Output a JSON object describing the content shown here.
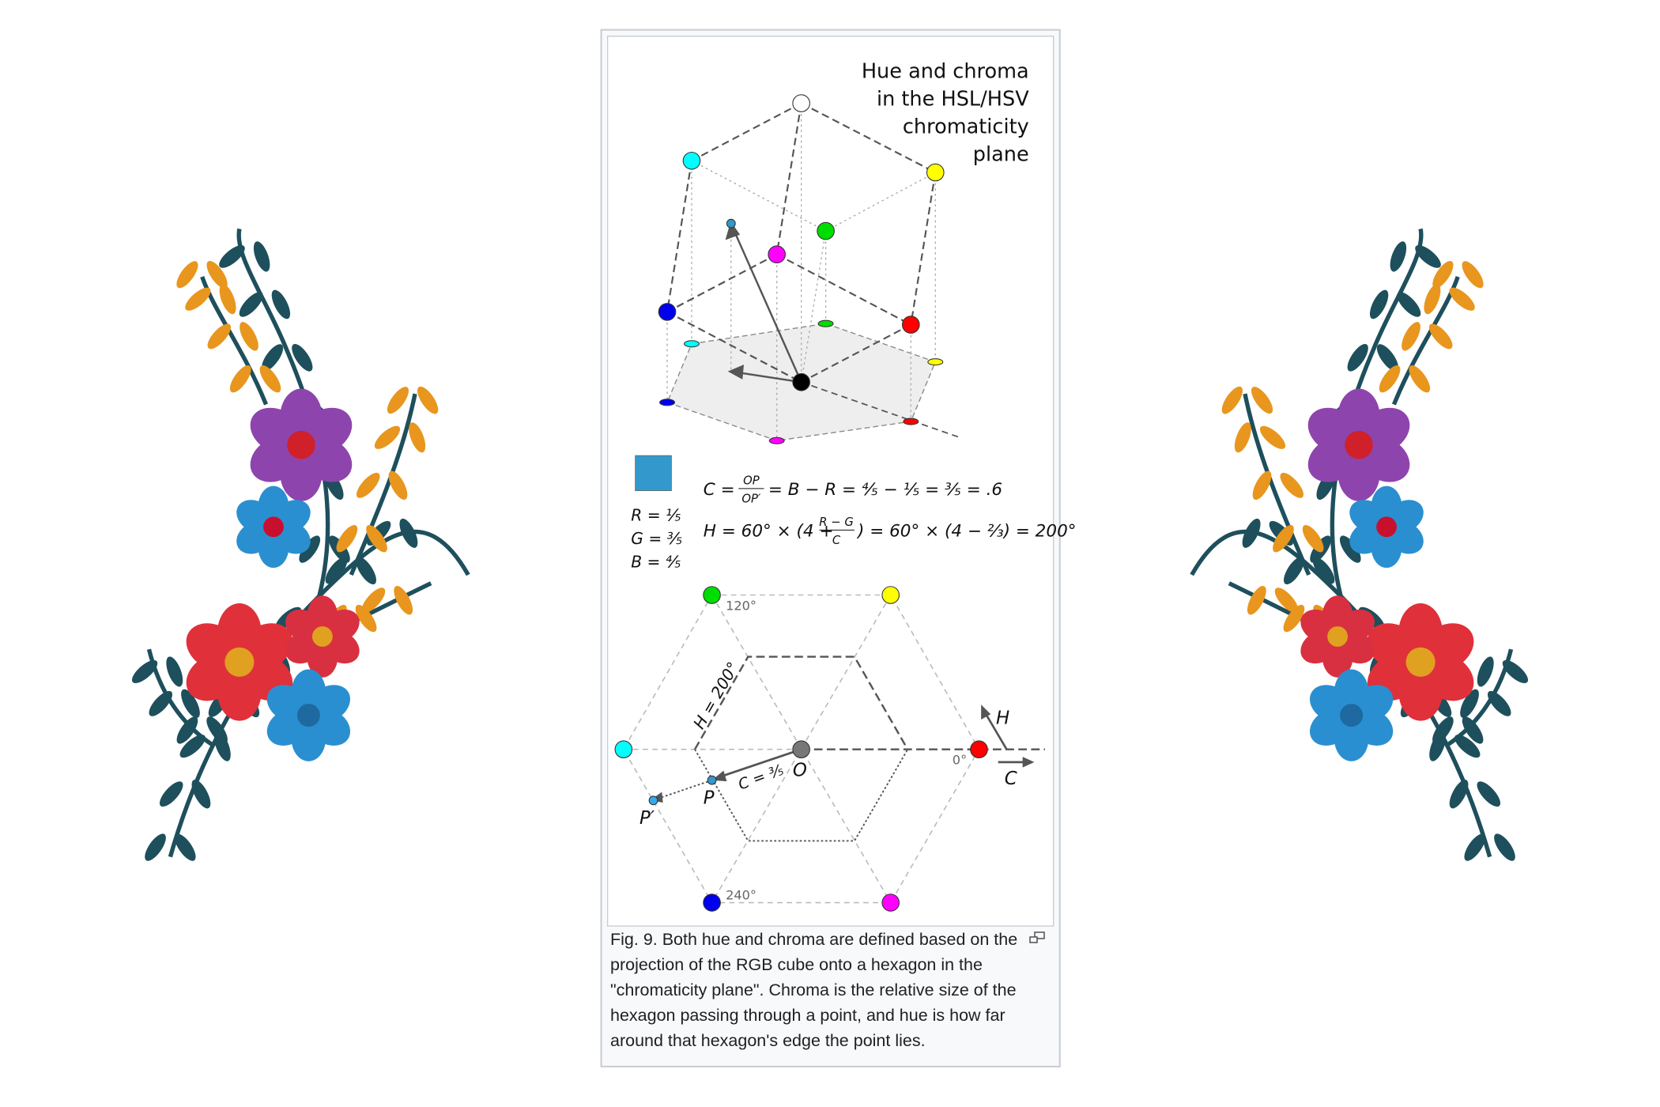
{
  "figure": {
    "title_lines": [
      "Hue and chroma",
      "in the HSL/HSV",
      "chromaticity",
      "plane"
    ],
    "swatch_color": "#3399cc",
    "rgb": {
      "r": "R = ⅕",
      "g": "G = ⅗",
      "b": "B = ⅘"
    },
    "formula_c": {
      "lhs": "C =",
      "num": "OP",
      "den": "OP′",
      "rhs": "= B − R = ⅘ − ⅕ = ⅗ = .6"
    },
    "formula_h": {
      "lhs": "H = 60° × (4 +",
      "num": "R − G",
      "den": "C",
      "rhs": ") = 60° × (4 − ⅔) = 200°"
    },
    "hex_labels": {
      "deg120": "120°",
      "deg240": "240°",
      "deg0": "0°",
      "h200": "H = 200°",
      "c35": "C = ⅗",
      "O": "O",
      "P": "P",
      "Pp": "P′",
      "H": "H",
      "C": "C"
    },
    "colors": {
      "red": "#ff0000",
      "green": "#00dd00",
      "blue": "#0000ee",
      "cyan": "#00ffff",
      "magenta": "#ff00ff",
      "yellow": "#ffff00",
      "white": "#ffffff",
      "black": "#000000",
      "gray": "#777777"
    }
  },
  "caption": {
    "text": "Fig. 9. Both hue and chroma are defined based on the projection of the RGB cube onto a hexagon in the \"chromaticity plane\". Chroma is the relative size of the hexagon passing through a point, and hue is how far around that hexagon's edge the point lies.",
    "enlarge_icon": "enlarge-icon"
  }
}
